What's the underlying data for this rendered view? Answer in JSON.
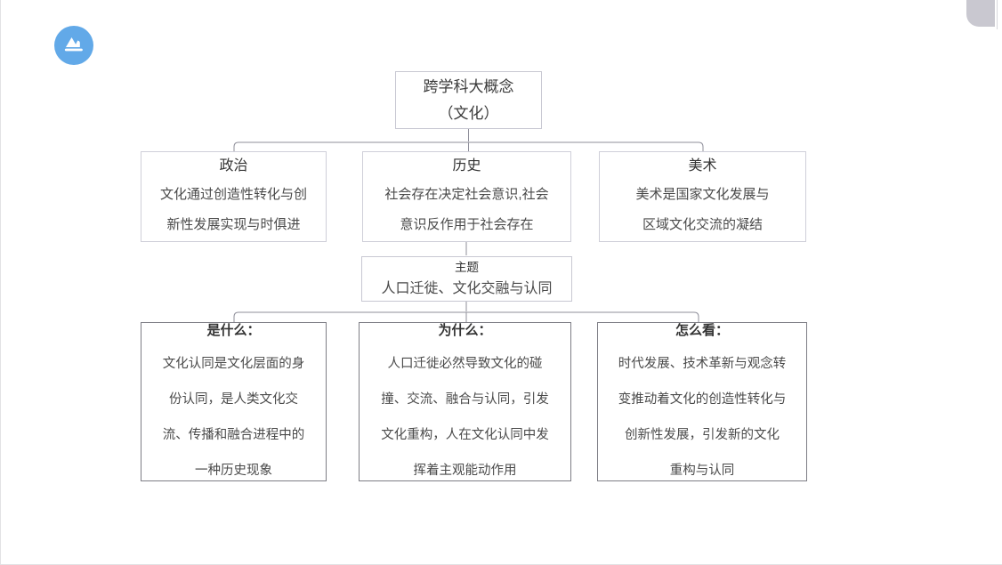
{
  "page": {
    "background_color": "#ffffff",
    "accent_color": "#62a9e8",
    "border_color": "#cfcfd9",
    "emphasis_border_color": "#7d7d85"
  },
  "logo": {
    "icon": "mountain-image-icon",
    "color": "#62a9e8"
  },
  "diagram": {
    "root": {
      "lines": [
        "跨学科大概念",
        "（文化）"
      ]
    },
    "disciplines": [
      {
        "title": "政治",
        "lines": [
          "文化通过创造性转化与创",
          "新性发展实现与时俱进"
        ]
      },
      {
        "title": "历史",
        "lines": [
          "社会存在决定社会意识,社会",
          "意识反作用于社会存在"
        ]
      },
      {
        "title": "美术",
        "lines": [
          "美术是国家文化发展与",
          "区域文化交流的凝结"
        ]
      }
    ],
    "theme": {
      "title": "主题",
      "line": "人口迁徙、文化交融与认同"
    },
    "questions": [
      {
        "title": "是什么：",
        "lines": [
          "文化认同是文化层面的身",
          "份认同，是人类文化交",
          "流、传播和融合进程中的",
          "一种历史现象"
        ]
      },
      {
        "title": "为什么：",
        "lines": [
          "人口迁徙必然导致文化的碰",
          "撞、交流、融合与认同，引发",
          "文化重构，人在文化认同中发",
          "挥着主观能动作用"
        ]
      },
      {
        "title": "怎么看：",
        "lines": [
          "时代发展、技术革新与观念转",
          "变推动着文化的创造性转化与",
          "创新性发展，引发新的文化",
          "重构与认同"
        ]
      }
    ]
  }
}
